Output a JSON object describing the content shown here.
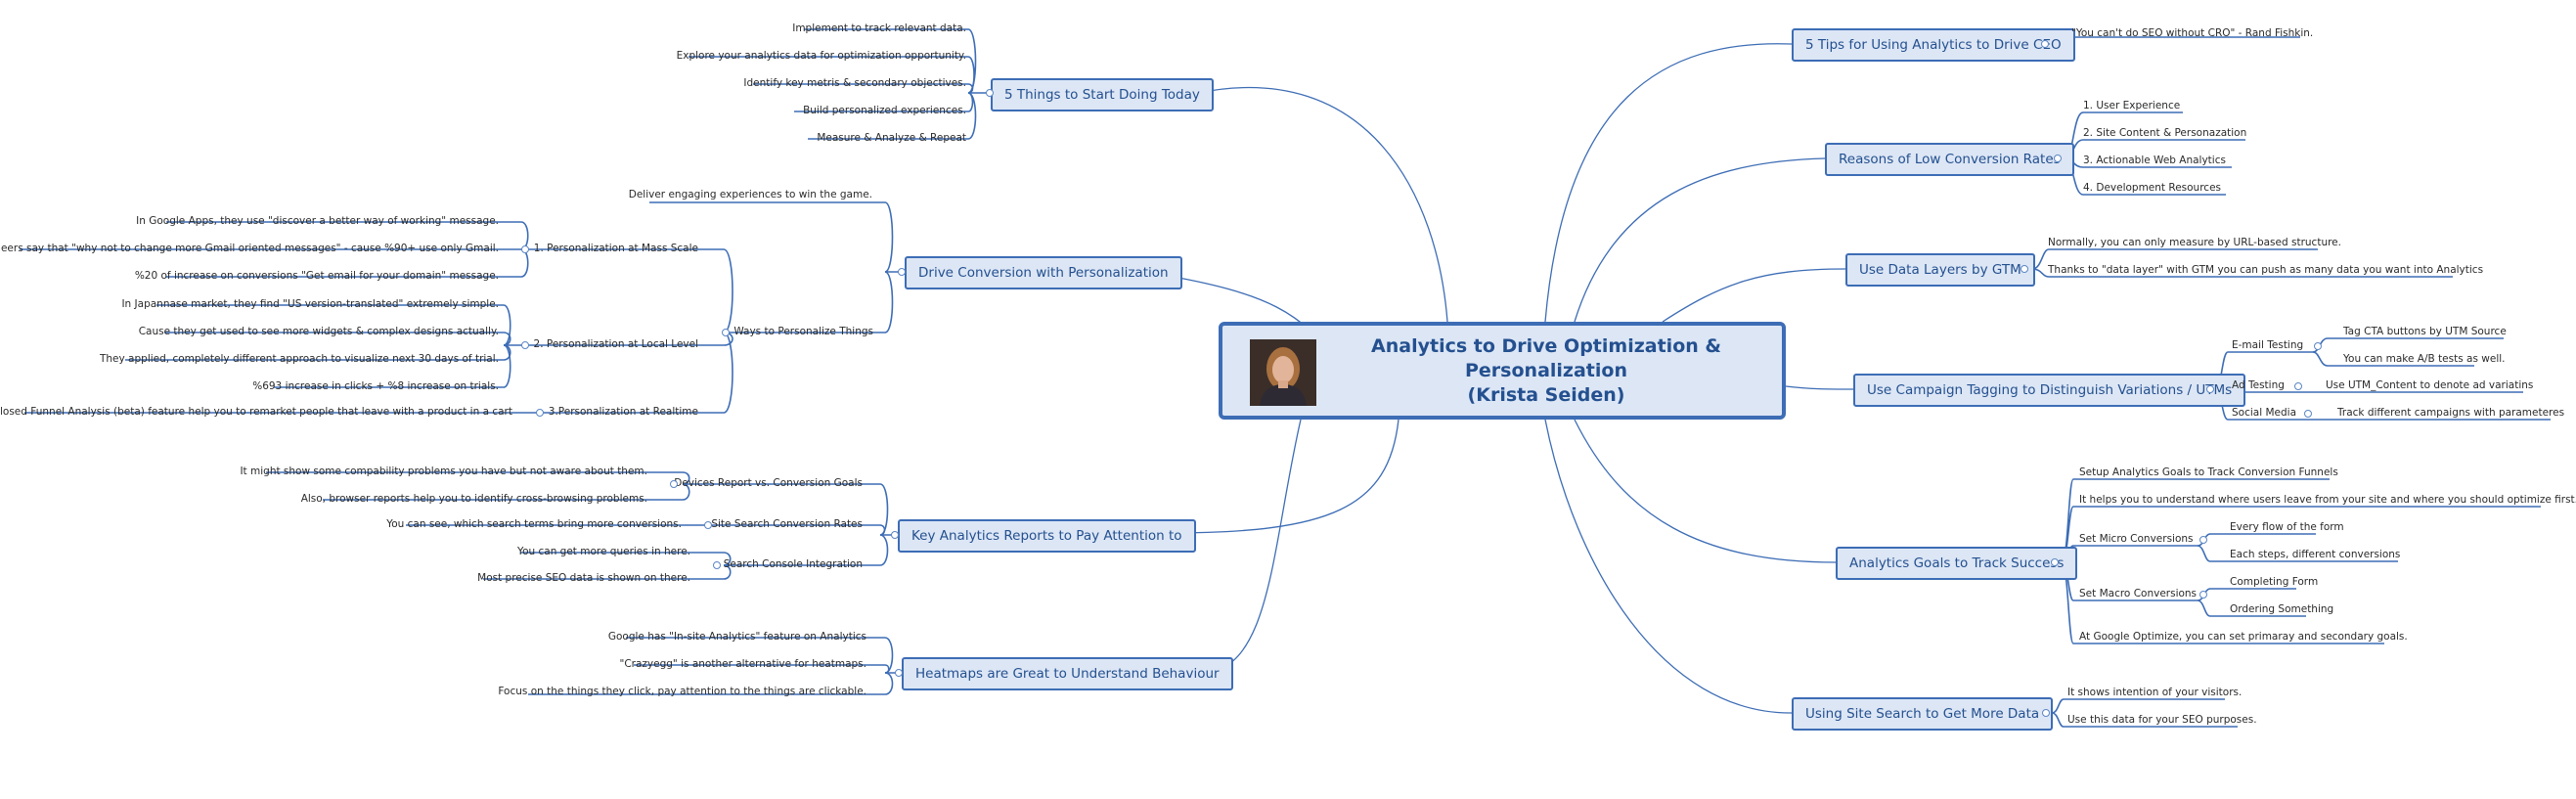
{
  "central": {
    "title_line1": "Analytics to Drive Optimization & Personalization",
    "title_line2": "(Krista Seiden)",
    "photo_icon": "portrait-photo-icon"
  },
  "left": {
    "things_today": {
      "title": "5 Things to Start Doing Today",
      "items": [
        "Implement to track relevant data.",
        "Explore your analytics data for optimization opportunity.",
        "Identify key metris & secondary objectives.",
        "Build personalized experiences.",
        "Measure & Analyze & Repeat"
      ]
    },
    "drive_conversion": {
      "title": "Drive Conversion with Personalization",
      "deliver": "Deliver engaging experiences to win the game.",
      "ways": "Ways to Personalize Things",
      "mass_scale": {
        "label": "1. Personalization at Mass Scale",
        "items": [
          "In Google Apps, they use \"discover a better way of working\" message.",
          "Engineers say that \"why not to change more Gmail oriented messages\" - cause %90+ use only Gmail.",
          "%20 of increase on conversions \"Get email for your domain\" message."
        ]
      },
      "local_level": {
        "label": "2. Personalization at Local Level",
        "items": [
          "In Japannase market, they find \"US version-translated\" extremely simple.",
          "Cause they get used to see more widgets & complex designs actually.",
          "They applied, completely different approach to visualize next 30 days of trial.",
          "%693 increase in clicks + %8 increase on trials."
        ]
      },
      "realtime": {
        "label": "3.Personalization at Realtime",
        "items": [
          "Closed Funnel Analysis (beta) feature  help you to remarket people that leave with a product in a cart"
        ]
      }
    },
    "key_reports": {
      "title": "Key Analytics Reports to Pay Attention to",
      "devices": {
        "label": "Devices Report vs. Conversion Goals",
        "items": [
          "It might show some compability problems you have but not aware about them.",
          "Also, browser reports help you to identify cross-browsing problems."
        ]
      },
      "site_search": {
        "label": "Site Search Conversion Rates",
        "items": [
          "You can see, which search terms bring more conversions."
        ]
      },
      "search_console": {
        "label": "Search Console Integration",
        "items": [
          "You can get more queries in here.",
          "Most precise SEO data is shown on there."
        ]
      }
    },
    "heatmaps": {
      "title": "Heatmaps are Great to Understand Behaviour",
      "items": [
        "Google has \"In-site Analytics\" feature on Analytics",
        "\"Crazyegg\" is another alternative for heatmaps.",
        "Focus on the things they click, pay attention to the things are clickable."
      ]
    }
  },
  "right": {
    "tips": {
      "title": "5 Tips for Using Analytics to Drive CEO",
      "items": [
        "\"You can't do SEO without CRO\" - Rand Fishkin."
      ]
    },
    "low_conversion": {
      "title": "Reasons of Low Conversion Rates",
      "items": [
        "1. User Experience",
        "2. Site Content & Personazation",
        "3. Actionable Web Analytics",
        "4. Development Resources"
      ]
    },
    "data_layers": {
      "title": "Use Data Layers by GTM",
      "items": [
        "Normally, you can only measure by URL-based structure.",
        "Thanks to \"data layer\" with GTM you can push as many  data you want into Analytics"
      ]
    },
    "campaign_tagging": {
      "title": "Use Campaign Tagging to Distinguish Variations / UTMs",
      "email": {
        "label": "E-mail Testing",
        "items": [
          "Tag CTA buttons by UTM Source",
          "You can make A/B tests as well."
        ]
      },
      "ad": {
        "label": "Ad Testing",
        "items": [
          "Use UTM_Content to denote ad variatins"
        ]
      },
      "social": {
        "label": "Social Media",
        "items": [
          "Track different campaigns with parameteres"
        ]
      }
    },
    "goals": {
      "title": "Analytics Goals to Track Success",
      "setup": "Setup Analytics Goals to Track Conversion Funnels",
      "helps": "It helps you to understand where users leave from your site and where you should optimize first.",
      "micro": {
        "label": "Set Micro Conversions",
        "items": [
          "Every flow of the form",
          "Each steps, different conversions"
        ]
      },
      "macro": {
        "label": "Set Macro Conversions",
        "items": [
          "Completing Form",
          "Ordering Something"
        ]
      },
      "optimize": "At Google Optimize, you can set primaray and secondary goals."
    },
    "site_search": {
      "title": "Using Site Search to Get More Data",
      "items": [
        "It shows intention of your visitors.",
        "Use this data for your SEO purposes."
      ]
    }
  },
  "colors": {
    "line": "#3d6db5",
    "topic_fill": "#dce6f5",
    "topic_text": "#24508f"
  }
}
